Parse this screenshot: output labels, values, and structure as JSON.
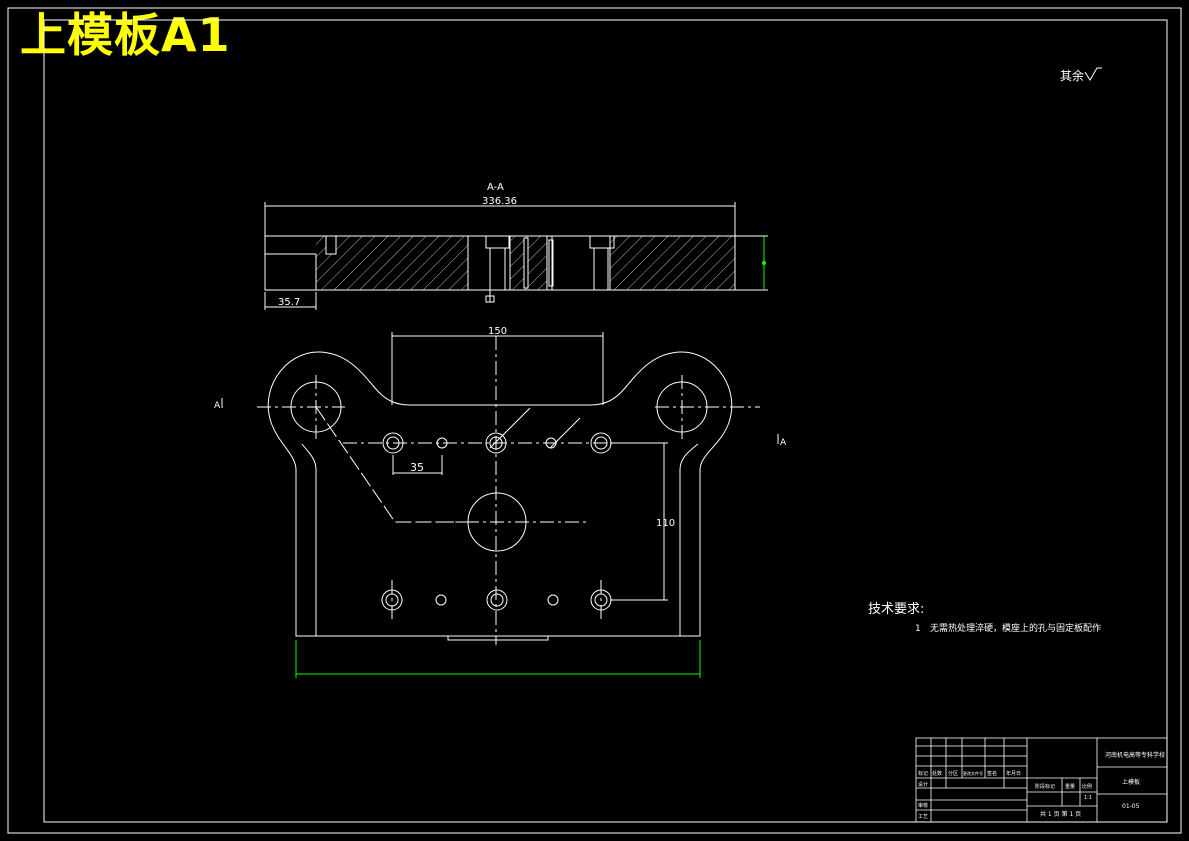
{
  "sheet": {
    "title": "上模板A1",
    "roughness_note": "其余",
    "colors": {
      "background": "#000000",
      "lines": "#ffffff",
      "title": "#ffff00",
      "dimension_accent": "#00ff00"
    }
  },
  "section_view": {
    "label": "A-A",
    "overall_width_dim": "336.36",
    "left_step_dim": "35.7"
  },
  "plan_view": {
    "dim_top": "150",
    "dim_pitch": "35",
    "dim_vertical": "110",
    "cut_marker_left": "A",
    "cut_marker_right": "A"
  },
  "tech_requirements": {
    "heading": "技术要求:",
    "items": [
      {
        "num": "1",
        "text": "无需热处理淬硬，模座上的孔与固定板配作"
      }
    ]
  },
  "title_block": {
    "school": "河南机电高等专科学校",
    "part_name": "上模板",
    "drawing_no": "01-05",
    "scale": "1:1",
    "sheet_info": "共 1 页  第 1 页",
    "row_labels": [
      "标记",
      "设计",
      "审核",
      "工艺"
    ],
    "col_labels": [
      "处数",
      "分区",
      "更改文件号",
      "签名",
      "年月日"
    ],
    "block_labels": [
      "阶段标记",
      "重量",
      "比例"
    ]
  }
}
